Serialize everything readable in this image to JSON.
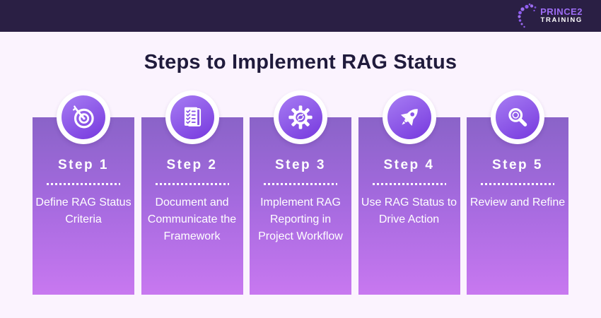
{
  "header": {
    "brand_top": "PRINCE2",
    "brand_bottom": "TRAINING"
  },
  "title": "Steps to Implement RAG Status",
  "steps": [
    {
      "label": "Step 1",
      "icon": "target-icon",
      "description": "Define RAG Status Criteria"
    },
    {
      "label": "Step 2",
      "icon": "checklist-icon",
      "description": "Document and Communicate the Framework"
    },
    {
      "label": "Step 3",
      "icon": "gear-sync-icon",
      "description": "Implement RAG Reporting in Project Workflow"
    },
    {
      "label": "Step 4",
      "icon": "rocket-icon",
      "description": "Use RAG Status to Drive Action"
    },
    {
      "label": "Step 5",
      "icon": "magnifier-icon",
      "description": "Review and Refine"
    }
  ],
  "colors": {
    "header_bg": "#2a1f44",
    "page_bg": "#fbf3fe",
    "title_color": "#201b3c",
    "card_gradient_top": "#8a63c8",
    "card_gradient_bottom": "#c878f0",
    "icon_circle_top": "#a77df3",
    "icon_circle_bottom": "#7b3fe0",
    "brand_purple": "#9c6cf3",
    "text_white": "#ffffff"
  }
}
